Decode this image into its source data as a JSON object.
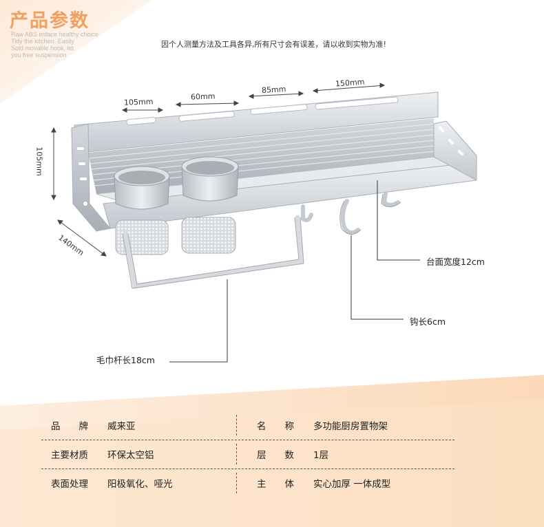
{
  "header": {
    "title": "产品参数",
    "subtitle_lines": [
      "Raw ABS imface healthy choice",
      "Tidy the kitchen. Easily",
      "Sold movable hook, let",
      "you free suspension"
    ],
    "notice": "因个人测量方法及工具各异,所有尺寸会有误差，请以收到实物为准!"
  },
  "dimensions": {
    "slot1": "105mm",
    "slot2": "60mm",
    "slot3": "85mm",
    "slot4": "150mm",
    "height": "105mm",
    "depth": "140mm"
  },
  "callouts": {
    "shelf_width": "台面宽度12cm",
    "hook_length": "钩长6cm",
    "towel_bar": "毛巾杆长18cm"
  },
  "specs": [
    {
      "left_label": "品　　牌",
      "left_value": "威来亚",
      "right_label": "名　　称",
      "right_value": "多功能厨房置物架"
    },
    {
      "left_label": "主要材质",
      "left_value": "环保太空铝",
      "right_label": "层　　数",
      "right_value": "1层"
    },
    {
      "left_label": "表面处理",
      "left_value": "阳极氧化、哑光",
      "right_label": "主　　体",
      "right_value": "实心加厚  一体成型"
    }
  ],
  "colors": {
    "title": "#f0a060",
    "wash": "#fde8d4",
    "metal": "#c8cdd3"
  }
}
